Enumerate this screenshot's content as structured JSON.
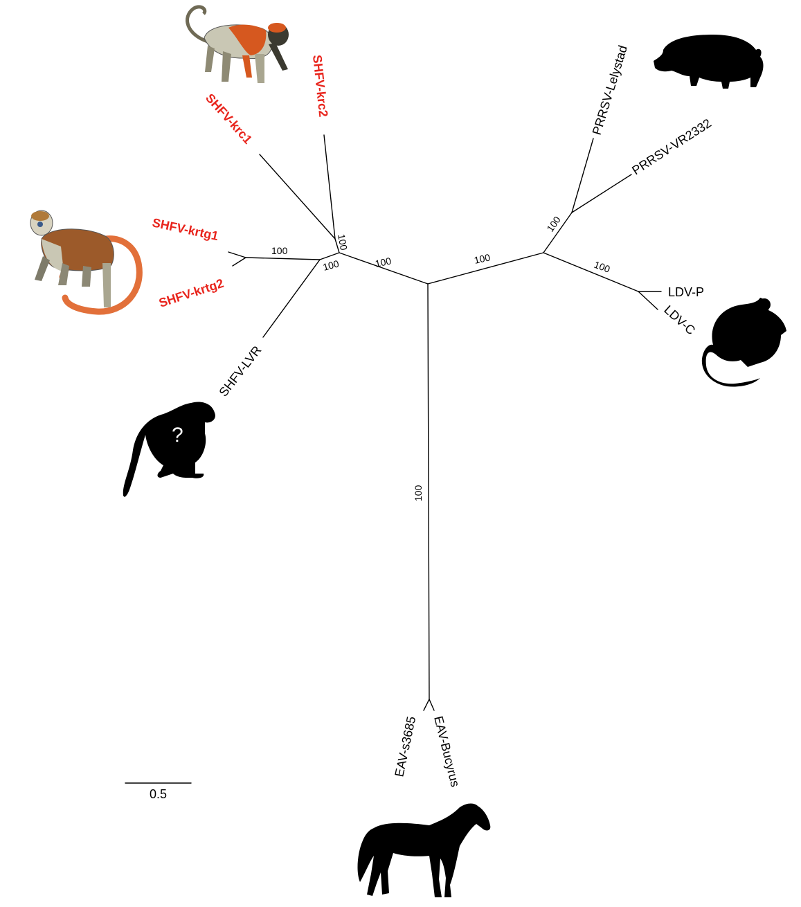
{
  "tree": {
    "taxa": {
      "shfv_krc1": "SHFV-krc1",
      "shfv_krc2": "SHFV-krc2",
      "shfv_krtg1": "SHFV-krtg1",
      "shfv_krtg2": "SHFV-krtg2",
      "shfv_lvr": "SHFV-LVR",
      "prrsv_lelystad": "PRRSV-Lelystad",
      "prrsv_vr2332": "PRRSV-VR2332",
      "ldv_p": "LDV-P",
      "ldv_c": "LDV-C",
      "eav_s3685": "EAV-s3685",
      "eav_bucyrus": "EAV-Bucyrus"
    },
    "bootstrap": {
      "krc_node": "100",
      "krtg_node": "100",
      "shfv_node": "100",
      "shfv_stem": "100",
      "prrsv_ldv_stem": "100",
      "prrsv_node": "100",
      "ldv_node": "100",
      "eav_stem": "100"
    },
    "scale_bar": {
      "label": "0.5"
    },
    "unknown_host_mark": "?",
    "colors": {
      "novel_virus": "#e8241c",
      "branch": "#000000"
    },
    "host_icons": [
      "red-colobus-monkey-icon",
      "red-tailed-guenon-icon",
      "unknown-monkey-icon",
      "pig-icon",
      "mouse-icon",
      "horse-icon"
    ]
  }
}
